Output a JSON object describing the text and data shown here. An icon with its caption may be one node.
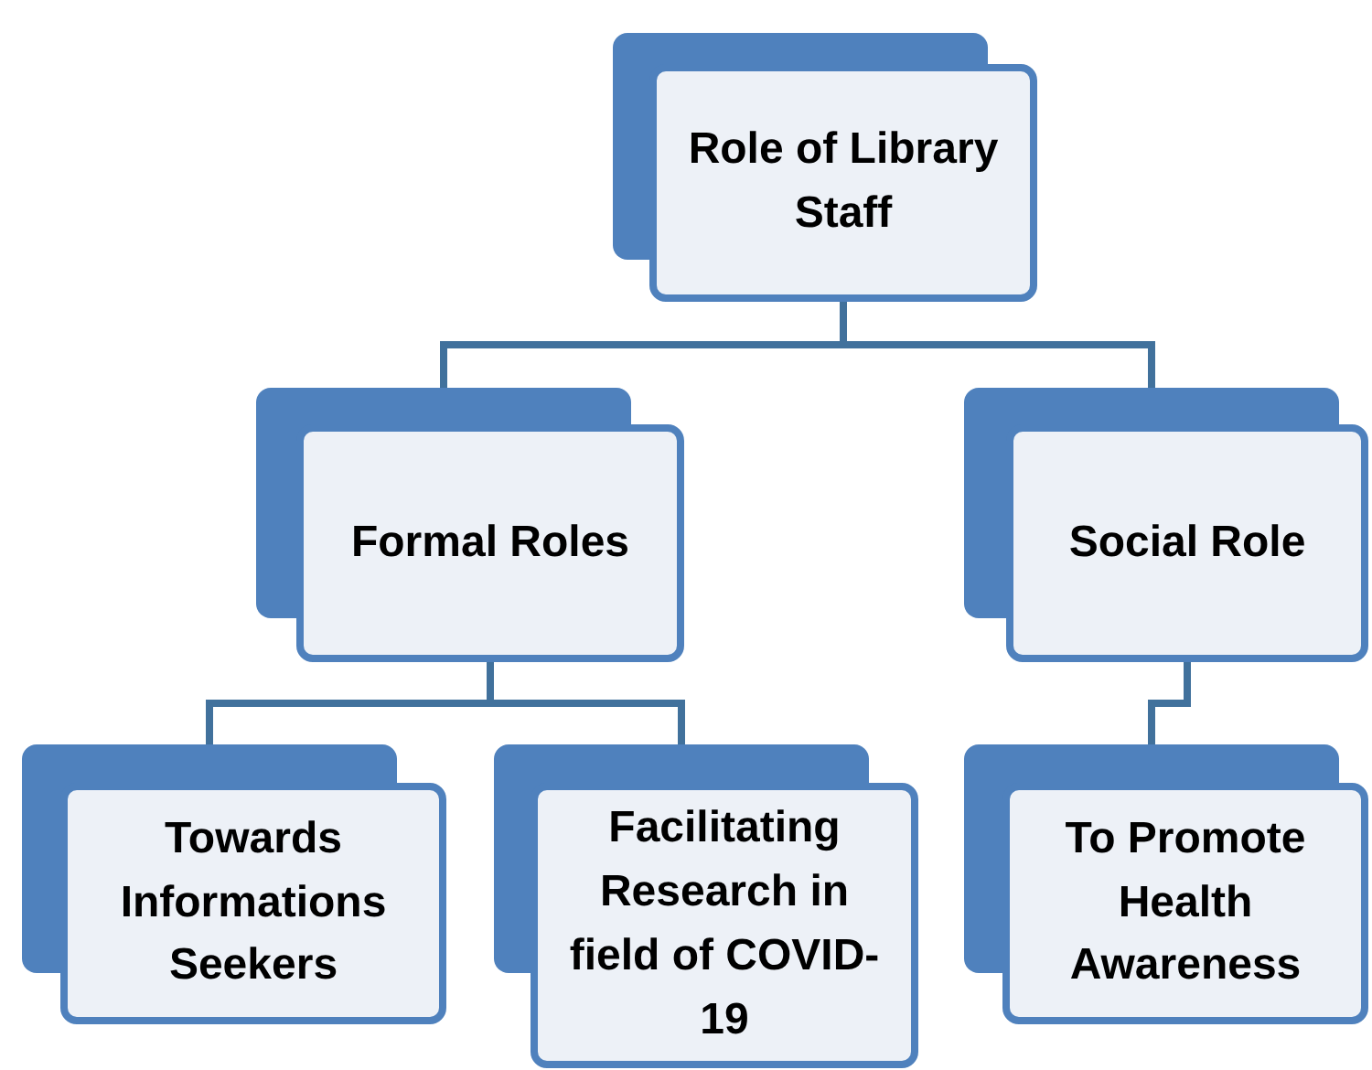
{
  "diagram": {
    "nodes": [
      {
        "text": [
          "Role of Library Staff"
        ]
      },
      {
        "text": [
          "Formal Roles"
        ]
      },
      {
        "text": [
          "Social Role"
        ]
      },
      {
        "text": [
          "Towards Informations Seekers"
        ]
      },
      {
        "text": [
          "Facilitating Research in field of COVID-19"
        ]
      },
      {
        "text": [
          "To Promote Health Awareness"
        ]
      }
    ],
    "edges": [
      {
        "from": 0,
        "to": 1,
        "arrow": "none"
      },
      {
        "from": 0,
        "to": 2,
        "arrow": "none"
      },
      {
        "from": 1,
        "to": 3,
        "arrow": "none"
      },
      {
        "from": 1,
        "to": 4,
        "arrow": "none"
      },
      {
        "from": 2,
        "to": 5,
        "arrow": "none"
      }
    ]
  }
}
